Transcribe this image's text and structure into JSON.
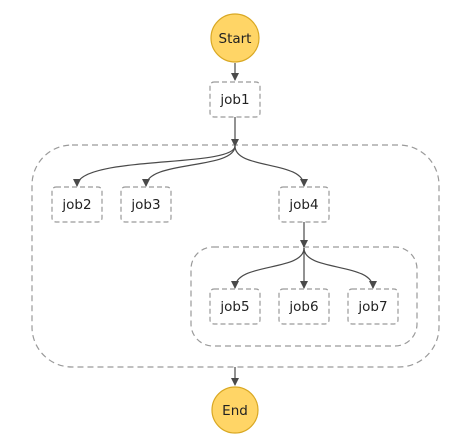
{
  "diagram": {
    "start": {
      "label": "Start"
    },
    "end": {
      "label": "End"
    },
    "jobs": [
      {
        "id": "job1",
        "label": "job1"
      },
      {
        "id": "job2",
        "label": "job2"
      },
      {
        "id": "job3",
        "label": "job3"
      },
      {
        "id": "job4",
        "label": "job4"
      },
      {
        "id": "job5",
        "label": "job5"
      },
      {
        "id": "job6",
        "label": "job6"
      },
      {
        "id": "job7",
        "label": "job7"
      }
    ],
    "colors": {
      "terminal_fill": "#FFD566",
      "terminal_stroke": "#D9A823",
      "dash_stroke": "#9A9A9A",
      "edge": "#4A4A4A"
    }
  }
}
